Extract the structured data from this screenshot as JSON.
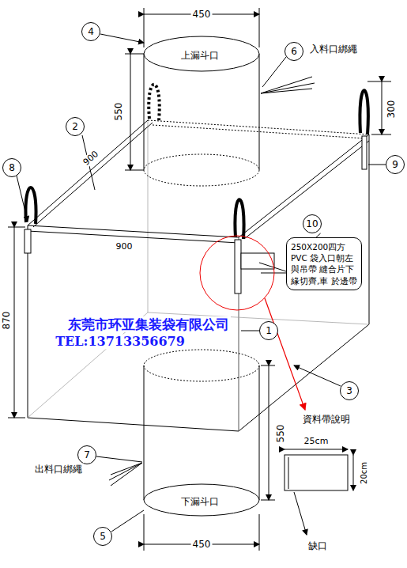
{
  "diagram": {
    "nodes": [
      {
        "text": [
          "4"
        ]
      },
      {
        "text": [
          "6"
        ]
      },
      {
        "text": [
          "2"
        ]
      },
      {
        "text": [
          "8"
        ]
      },
      {
        "text": [
          "9"
        ]
      },
      {
        "text": [
          "10"
        ]
      },
      {
        "text": [
          "250X200四方PVC 袋入口朝左與吊帶 縫合片下緣切齊,車 於邊帶"
        ]
      },
      {
        "text": [
          "1"
        ]
      },
      {
        "text": [
          "3"
        ]
      },
      {
        "text": [
          "7"
        ]
      },
      {
        "text": [
          "5"
        ]
      }
    ],
    "edges": [
      {
        "from": 5,
        "to": 6,
        "arrow": "none"
      }
    ],
    "labels": [
      "450",
      "上漏斗口",
      "550",
      "入料口綁繩",
      "900",
      "300",
      "900",
      "870",
      "东莞市环亚集装袋有限公司",
      "TEL:13713356679",
      "550",
      "資料帶說明",
      "25cm",
      "20cm",
      "出料口綁繩",
      "下漏斗口",
      "450",
      "缺口"
    ]
  }
}
